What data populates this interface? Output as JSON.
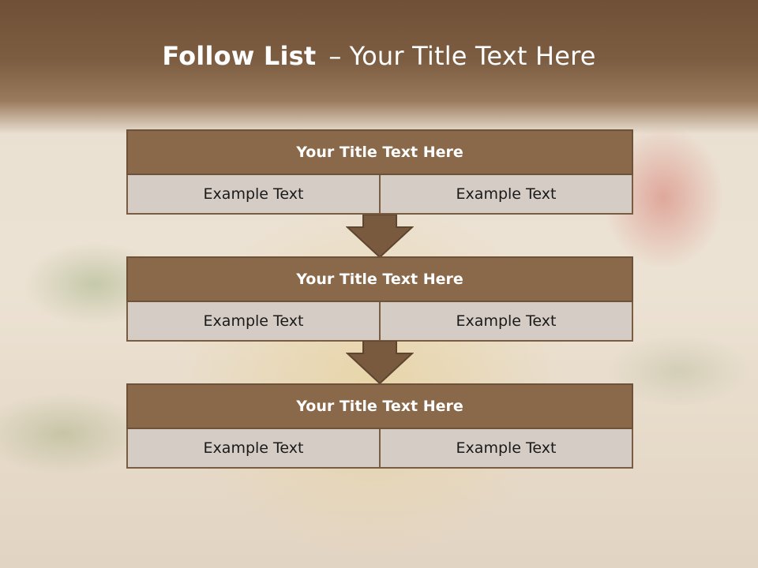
{
  "slide": {
    "title_bold": "Follow List",
    "title_sep": "–",
    "title_rest": "Your Title Text Here"
  },
  "blocks": [
    {
      "title": "Your Title Text Here",
      "left": "Example Text",
      "right": "Example Text"
    },
    {
      "title": "Your Title Text Here",
      "left": "Example Text",
      "right": "Example Text"
    },
    {
      "title": "Your Title Text Here",
      "left": "Example Text",
      "right": "Example Text"
    }
  ],
  "colors": {
    "header_fill": "#8a684a",
    "cell_fill": "#d5ccc5",
    "border": "#6d5139",
    "title_text": "#ffffff"
  },
  "icons": {
    "connector": "down-arrow-icon"
  }
}
